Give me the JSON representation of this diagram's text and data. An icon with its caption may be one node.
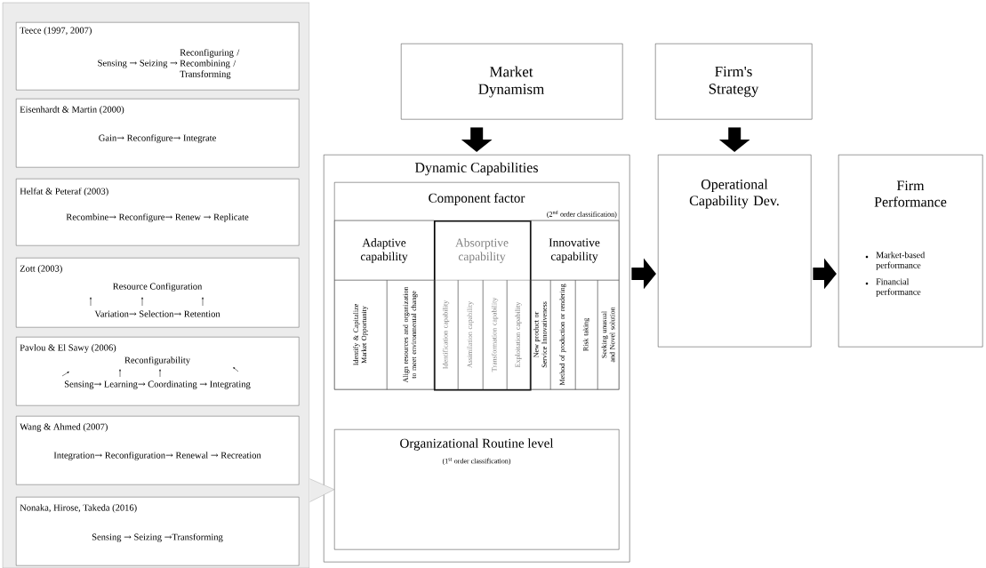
{
  "diagram": {
    "nodes": [
      {
        "text": [],
        "shape": "callout"
      },
      {
        "text": [
          "Teece (1997, 2007)",
          "Sensing → Seizing →",
          "Reconfiguring / Recombining / Transforming"
        ],
        "in": 0
      },
      {
        "text": [
          "Eisenhardt & Martin (2000)",
          "Gain→ Reconfigure→ Integrate"
        ],
        "in": 0
      },
      {
        "text": [
          "Helfat & Peteraf (2003)",
          "Recombine→ Reconfigure→ Renew → Replicate"
        ],
        "in": 0
      },
      {
        "text": [
          "Zott (2003)",
          "Resource Configuration",
          "Variation→ Selection→ Retention"
        ],
        "in": 0
      },
      {
        "text": [
          "Pavlou & El Sawy (2006)",
          "Reconfigurability",
          "Sensing→ Learning→ Coordinating → Integrating"
        ],
        "in": 0
      },
      {
        "text": [
          "Wang & Ahmed (2007)",
          "Integration→ Reconfiguration→ Renewal → Recreation"
        ],
        "in": 0
      },
      {
        "text": [
          "Nonaka, Hirose, Takeda (2016)",
          "Sensing → Seizing →Transforming"
        ],
        "in": 0
      },
      {
        "text": [
          "Market Dynamism"
        ]
      },
      {
        "text": [
          "Firm's Strategy"
        ]
      },
      {
        "text": [
          "Dynamic Capabilities"
        ]
      },
      {
        "text": [
          "Component factor",
          "(2$^{nd}$ order classification)"
        ],
        "in": 10
      },
      {
        "text": [
          "Adaptive capability"
        ],
        "in": 11
      },
      {
        "text": [
          "Absorptive capability"
        ],
        "in": 11
      },
      {
        "text": [
          "Innovative capability"
        ],
        "in": 11
      },
      {
        "text": [
          "Identify & Capitalize Market Opportunity"
        ],
        "in": 11
      },
      {
        "text": [
          "Align resources and organization to meet environmental change"
        ],
        "in": 11
      },
      {
        "text": [
          "Identification capability"
        ],
        "in": 13
      },
      {
        "text": [
          "Assimilation capability"
        ],
        "in": 13
      },
      {
        "text": [
          "Transformation capability"
        ],
        "in": 13
      },
      {
        "text": [
          "Exploitation capability"
        ],
        "in": 13
      },
      {
        "text": [
          "New product or Service Innovativeness"
        ],
        "in": 11
      },
      {
        "text": [
          "Method of production or rendering"
        ],
        "in": 11
      },
      {
        "text": [
          "Risk taking"
        ],
        "in": 11
      },
      {
        "text": [
          "Seeking unusual and Novel solution"
        ],
        "in": 11
      },
      {
        "text": [
          "Organizational Routine level",
          "(1$^{st}$ order classification)"
        ],
        "in": 10
      },
      {
        "text": [
          "Operational Capability Dev."
        ]
      },
      {
        "text": [
          "Firm Performance",
          "Market-based performance",
          "Financial performance"
        ]
      }
    ],
    "edges": [
      {
        "from": 8,
        "to": 10,
        "arrow": "to"
      },
      {
        "from": 9,
        "to": 26,
        "arrow": "to"
      },
      {
        "from": 10,
        "to": 26,
        "arrow": "to"
      },
      {
        "from": 26,
        "to": 27,
        "arrow": "to"
      },
      {
        "from": 0,
        "to": 25,
        "arrow": "to",
        "color": "#999999"
      }
    ]
  }
}
